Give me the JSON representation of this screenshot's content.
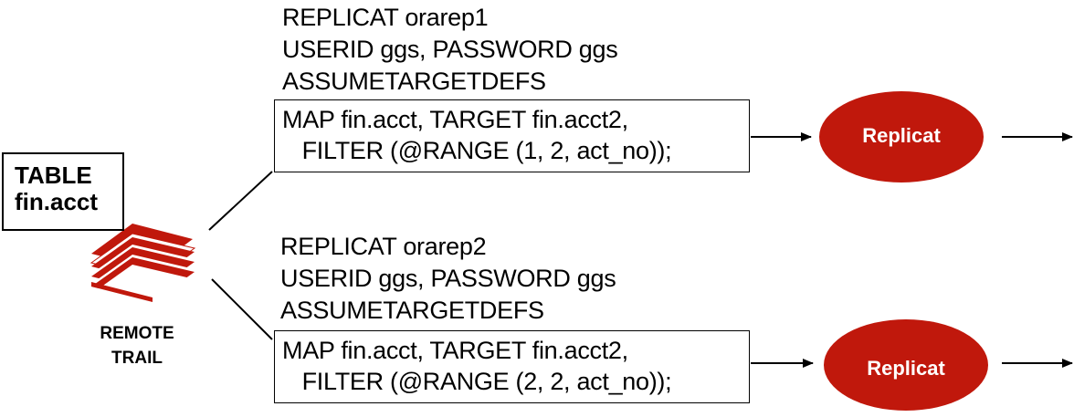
{
  "source": {
    "table_title": "TABLE",
    "table_name": "fin.acct",
    "trail_line1": "REMOTE",
    "trail_line2": "TRAIL"
  },
  "replicats": [
    {
      "header_line1": "REPLICAT orarep1",
      "header_line2": "USERID ggs, PASSWORD ggs",
      "header_line3": "ASSUMETARGETDEFS",
      "map_line1": "MAP fin.acct, TARGET fin.acct2,",
      "map_line2": "   FILTER (@RANGE (1, 2, act_no));",
      "process_label": "Replicat"
    },
    {
      "header_line1": "REPLICAT orarep2",
      "header_line2": "USERID ggs, PASSWORD ggs",
      "header_line3": "ASSUMETARGETDEFS",
      "map_line1": "MAP fin.acct, TARGET fin.acct2,",
      "map_line2": "   FILTER (@RANGE (2, 2, act_no));",
      "process_label": "Replicat"
    }
  ],
  "colors": {
    "process_fill": "#c0180c",
    "trail_fill": "#c0180c"
  }
}
